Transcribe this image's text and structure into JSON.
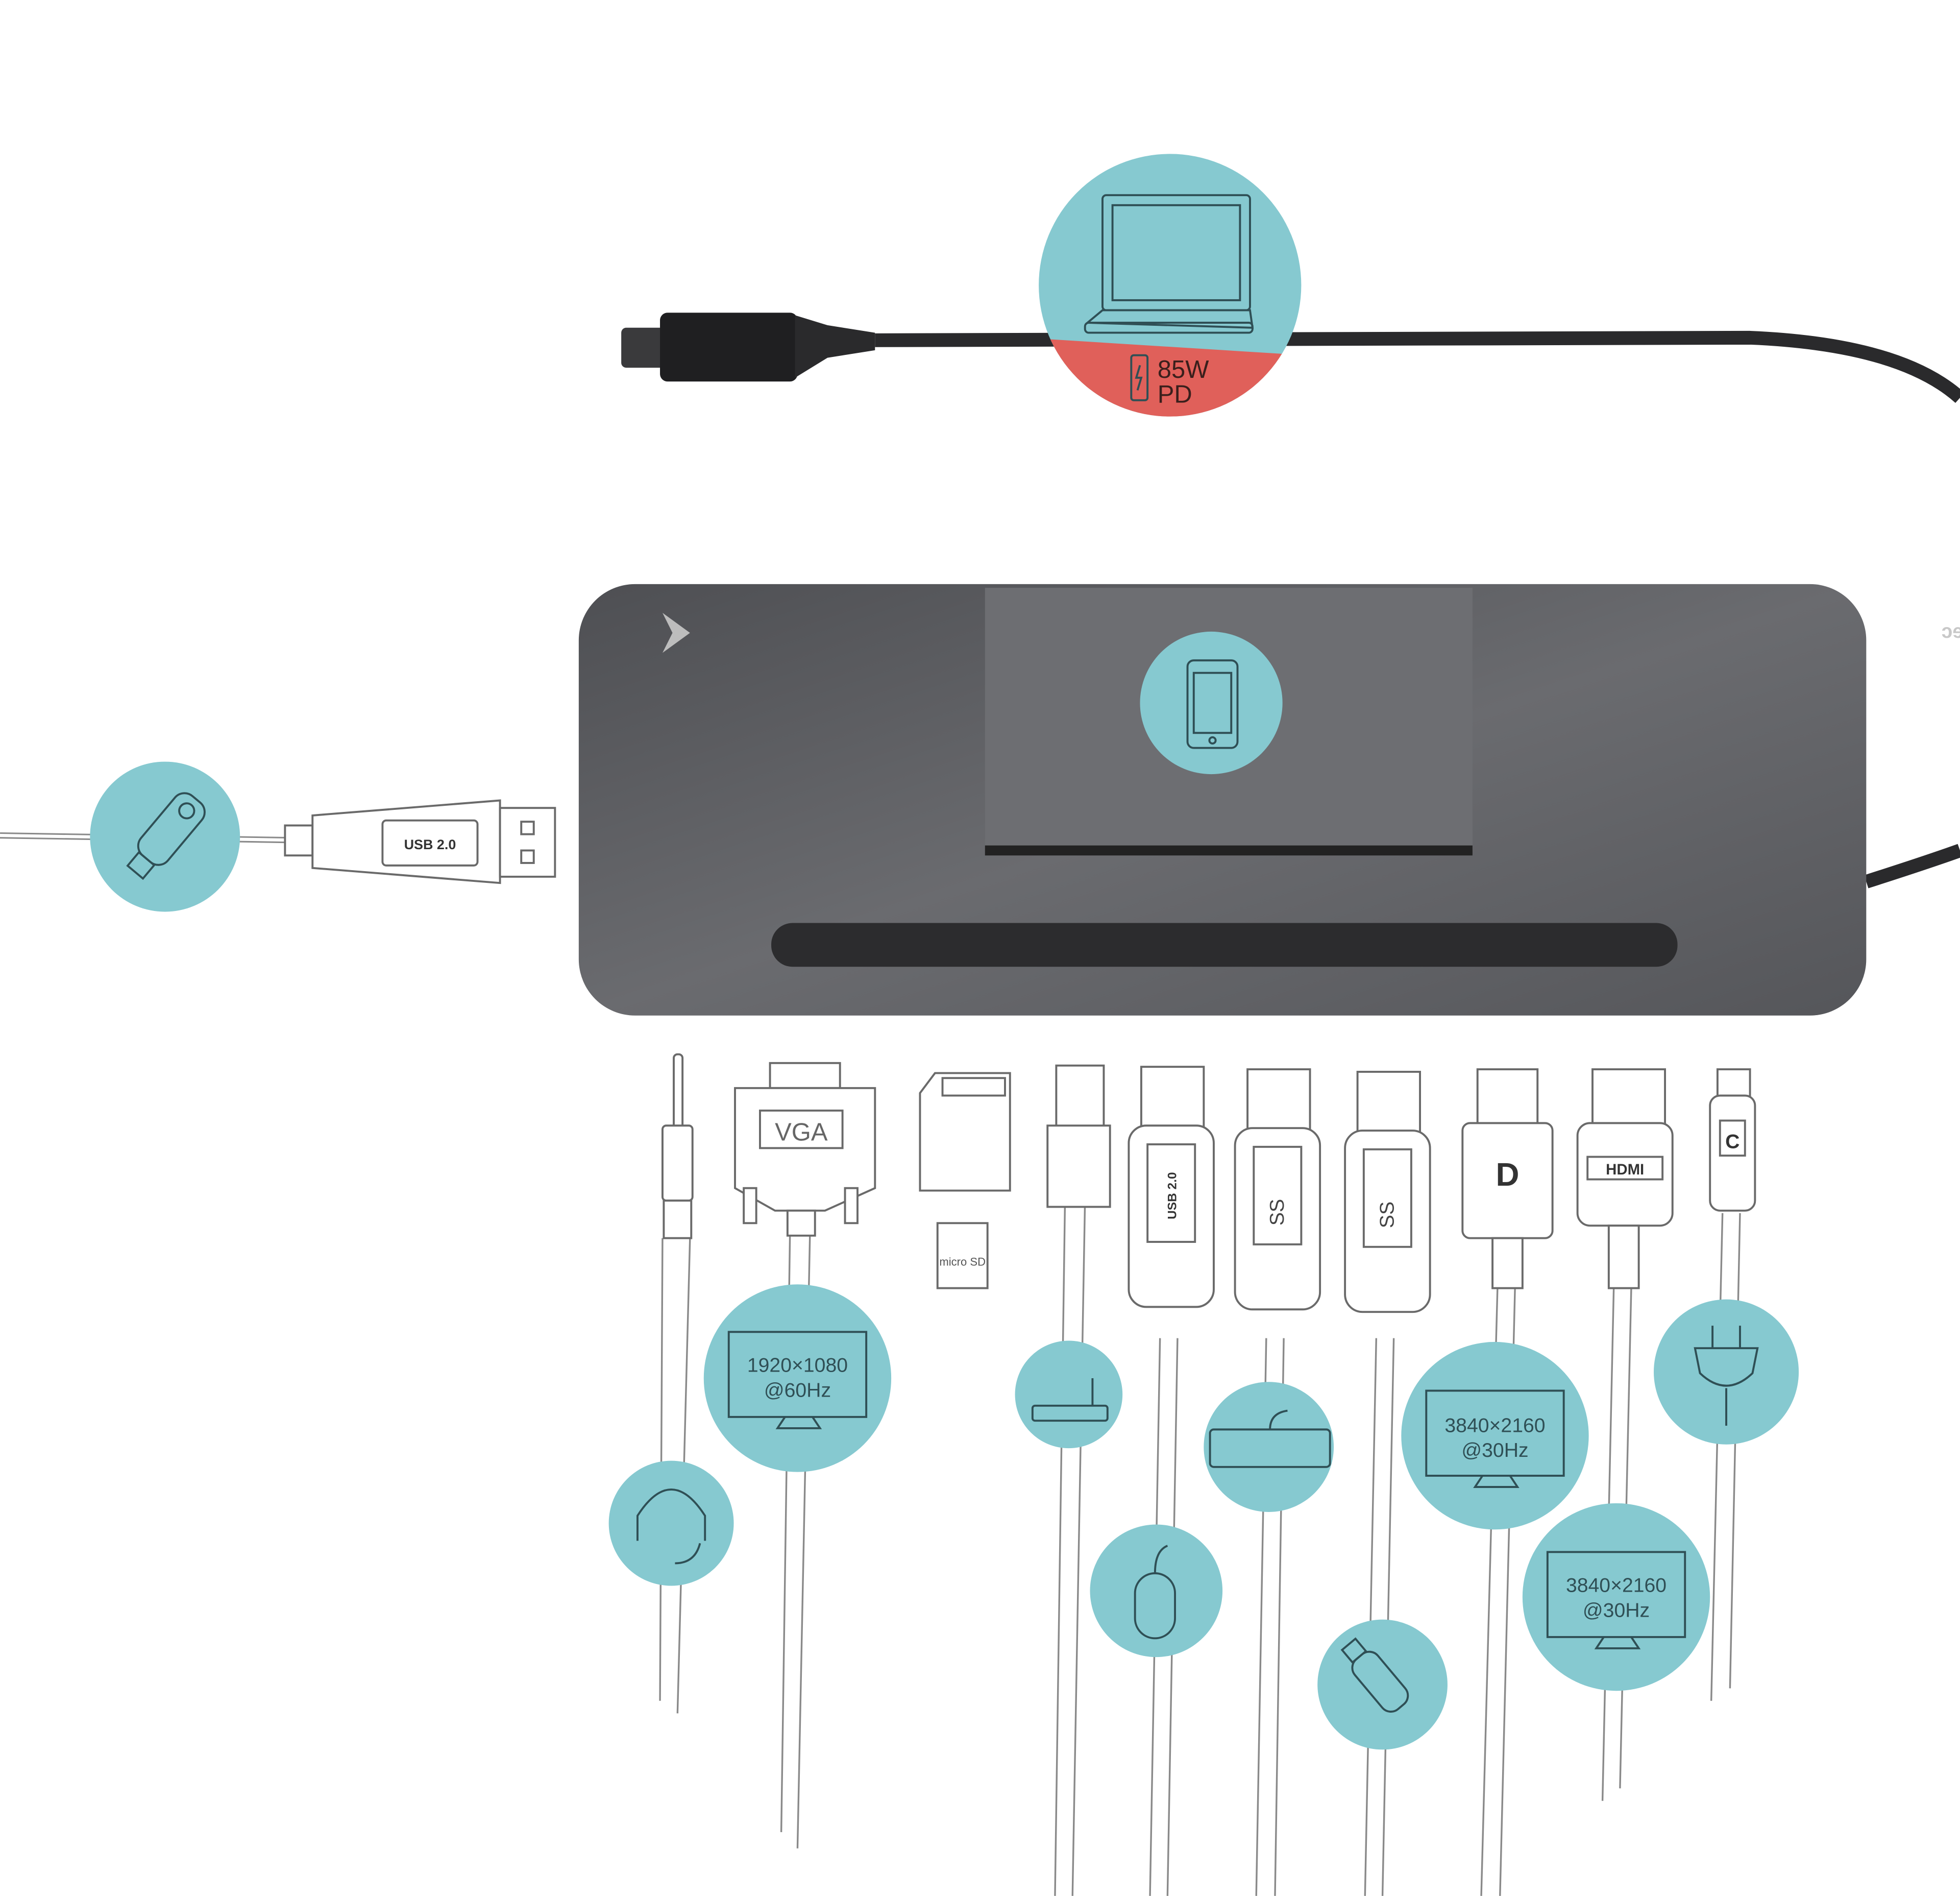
{
  "colors": {
    "teal": "#86c9d0",
    "red": "#e0605a",
    "dock": "#5b5c60",
    "cable": "#2a2a2c"
  },
  "host": {
    "power_value": "85W",
    "power_unit": "PD",
    "icon": "laptop-icon"
  },
  "dock": {
    "logo": "i-tec",
    "phone_icon": "smartphone-icon"
  },
  "left_port": {
    "label": "USB 2.0",
    "icon": "usb-flash-drive-icon"
  },
  "ports": {
    "vga": {
      "label": "VGA",
      "res": "1920×1080",
      "rate": "@60Hz"
    },
    "usb2": {
      "label": "USB 2.0"
    },
    "usb3a": {
      "label": "SS"
    },
    "usb3b": {
      "label": "SS"
    },
    "dp": {
      "label": "D",
      "res": "3840×2160",
      "rate": "@30Hz"
    },
    "hdmi": {
      "label": "HDMI",
      "res": "3840×2160",
      "rate": "@30Hz"
    },
    "usbc": {
      "label": "C"
    },
    "microsd": {
      "label": "micro SD"
    }
  }
}
